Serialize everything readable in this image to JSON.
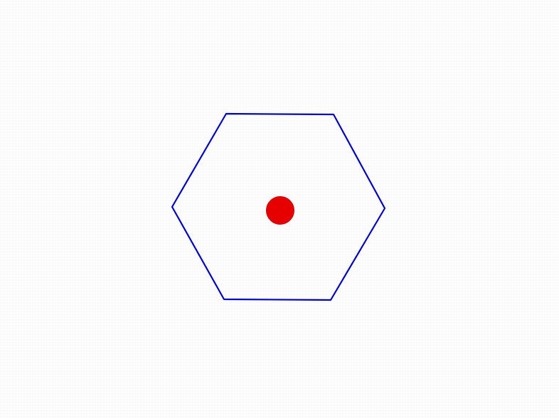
{
  "scene": {
    "background_color": "#ffffff",
    "hexagon": {
      "shape": "hexagon",
      "sides": 6,
      "stroke_color": "#0000c0",
      "fill": "none"
    },
    "ball": {
      "shape": "circle",
      "fill_color": "#e60000",
      "stroke_color": "#c00000"
    }
  }
}
